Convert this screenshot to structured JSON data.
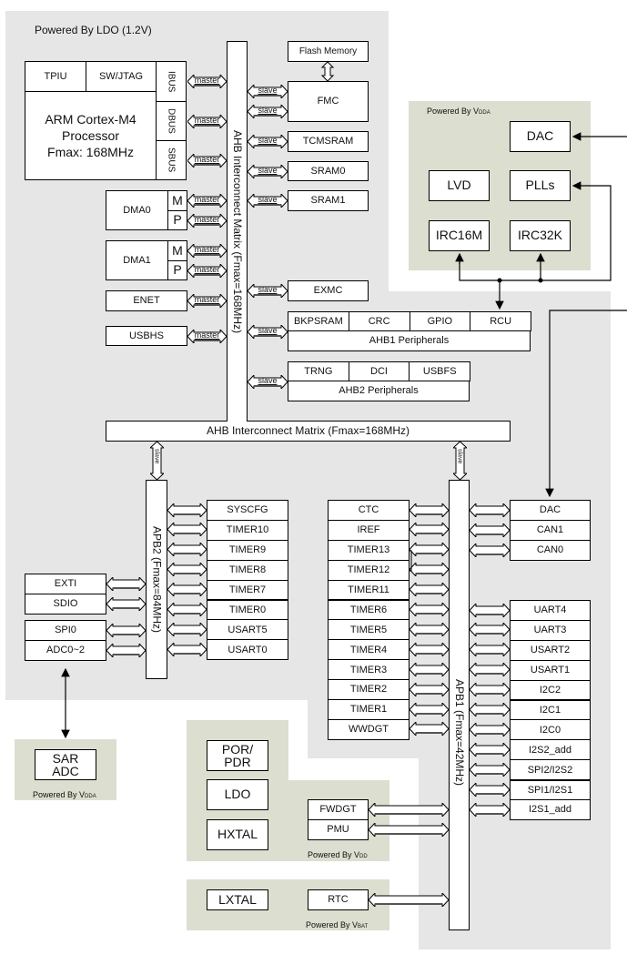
{
  "regions": {
    "ldo_label": "Powered By LDO (1.2V)",
    "vdda_top": {
      "text": "Powered By V",
      "sub": "DDA"
    },
    "vdda_adc": {
      "text": "Powered By V",
      "sub": "DDA"
    },
    "vdd": {
      "text": "Powered By V",
      "sub": "DD"
    },
    "vbat": {
      "text": "Powered By V",
      "sub": "BAT"
    }
  },
  "cpu": {
    "tpiu": "TPIU",
    "swjtag": "SW/JTAG",
    "line1": "ARM Cortex-M4",
    "line2": "Processor",
    "line3": "Fmax: 168MHz",
    "ibus": "IBUS",
    "dbus": "DBUS",
    "sbus": "SBUS"
  },
  "masters": {
    "dma0": "DMA0",
    "dma1": "DMA1",
    "m": "M",
    "p": "P",
    "enet": "ENET",
    "usbhs": "USBHS",
    "label": "master"
  },
  "ahb_matrix": {
    "vertical": "AHB Interconnect Matrix (Fmax=168MHz)",
    "horizontal": "AHB Interconnect Matrix (Fmax=168MHz)"
  },
  "slaves": {
    "label": "slave",
    "flash": "Flash Memory",
    "fmc": "FMC",
    "tcmsram": "TCMSRAM",
    "sram0": "SRAM0",
    "sram1": "SRAM1",
    "exmc": "EXMC",
    "ahb1": {
      "items": [
        "BKPSRAM",
        "CRC",
        "GPIO",
        "RCU"
      ],
      "title": "AHB1 Peripherals"
    },
    "ahb2": {
      "items": [
        "TRNG",
        "DCI",
        "USBFS"
      ],
      "title": "AHB2 Peripherals"
    }
  },
  "analog": {
    "dac": "DAC",
    "lvd": "LVD",
    "plls": "PLLs",
    "irc16m": "IRC16M",
    "irc32k": "IRC32K"
  },
  "apb2": {
    "title": "APB2  (Fmax=84MHz)",
    "right": [
      "SYSCFG",
      "TIMER10",
      "TIMER9",
      "TIMER8",
      "TIMER7",
      "TIMER0",
      "USART5",
      "USART0"
    ],
    "left_top": [
      "EXTI",
      "SDIO"
    ],
    "left_bottom": [
      "SPI0",
      "ADC0~2"
    ]
  },
  "apb1": {
    "title": "APB1  (Fmax=42MHz)",
    "left": [
      "CTC",
      "IREF",
      "TIMER13",
      "TIMER12",
      "TIMER11",
      "TIMER6",
      "TIMER5",
      "TIMER4",
      "TIMER3",
      "TIMER2",
      "TIMER1",
      "WWDGT"
    ],
    "right_top": [
      "DAC",
      "CAN1",
      "CAN0"
    ],
    "right": [
      "UART4",
      "UART3",
      "USART2",
      "USART1",
      "I2C2",
      "I2C1",
      "I2C0",
      "I2S2_add",
      "SPI2/I2S2",
      "SPI1/I2S1",
      "I2S1_add"
    ]
  },
  "sar_adc": {
    "line1": "SAR",
    "line2": "ADC"
  },
  "power": {
    "por": "POR/",
    "pdr": "PDR",
    "ldo": "LDO",
    "hxtal": "HXTAL",
    "fwdgt": "FWDGT",
    "pmu": "PMU",
    "lxtal": "LXTAL",
    "rtc": "RTC"
  }
}
